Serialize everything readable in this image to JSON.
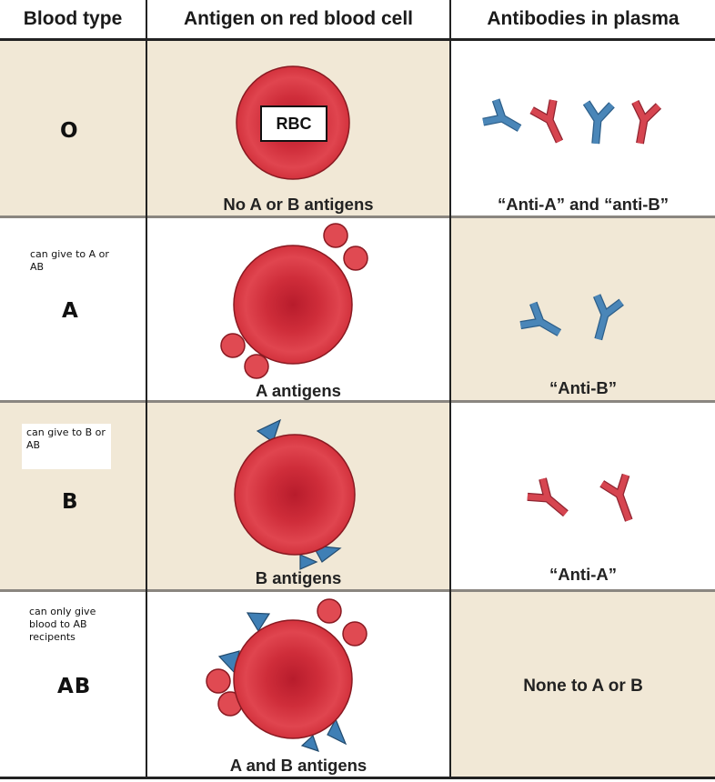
{
  "headers": {
    "blood_type": "Blood type",
    "antigen": "Antigen on red blood cell",
    "antibodies": "Antibodies in plasma"
  },
  "rows": [
    {
      "type": "O",
      "note": "",
      "cell_label": "RBC",
      "antigen_caption": "No A or B antigens",
      "antibody_caption": "“Anti-A” and “anti-B”"
    },
    {
      "type": "A",
      "note": "can give to A or AB",
      "antigen_caption": "A antigens",
      "antibody_caption": "“Anti-B”"
    },
    {
      "type": "B",
      "note": "can give to B or AB",
      "antigen_caption": "B antigens",
      "antibody_caption": "“Anti-A”"
    },
    {
      "type": "AB",
      "note": "can only give blood to AB recipents",
      "antigen_caption": "A and B antigens",
      "antibody_caption": "None to A or B"
    }
  ],
  "colors": {
    "rbc": "#d9353f",
    "rbc_center": "#c42030",
    "antigen_a": "#e04a52",
    "antigen_b": "#3f7fb5",
    "anti_a": "#d64550",
    "anti_b": "#4a86b8",
    "tan_background": "#f1e8d6"
  },
  "icons": [
    "red-blood-cell-icon",
    "a-antigen-icon",
    "b-antigen-icon",
    "anti-a-antibody-icon",
    "anti-b-antibody-icon"
  ]
}
